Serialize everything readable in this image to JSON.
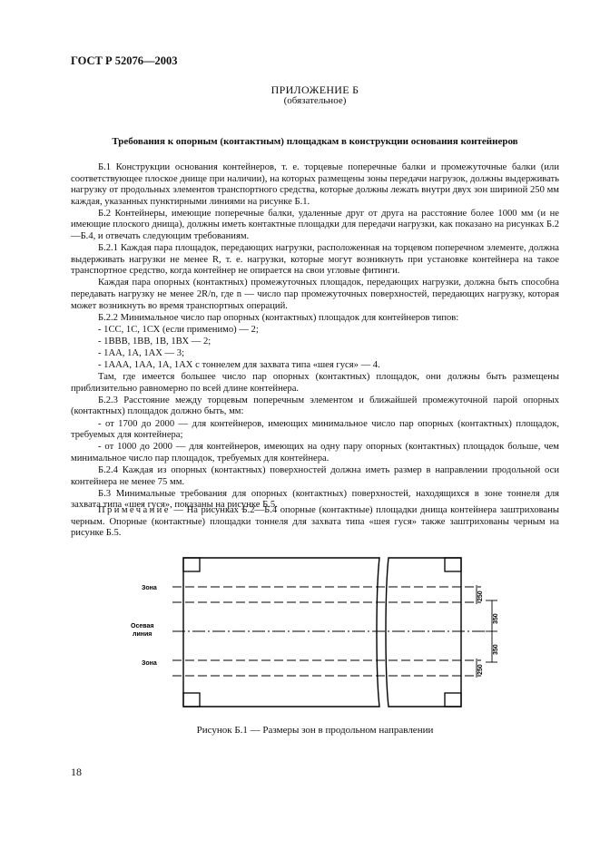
{
  "header": {
    "standard": "ГОСТ Р 52076—2003"
  },
  "appendix": {
    "title": "ПРИЛОЖЕНИЕ Б",
    "subtitle": "(обязательное)"
  },
  "section_title": "Требования к опорным (контактным) площадкам в конструкции основания контейнеров",
  "paragraphs": [
    "Б.1  Конструкции основания контейнеров, т. е. торцевые поперечные балки и промежуточные балки (или соответствующее плоское днище при наличии), на которых размещены зоны передачи нагрузок, должны выдерживать нагрузку от продольных элементов транспортного средства, которые должны лежать внутри двух зон шириной 250 мм каждая, указанных пунктирными линиями на рисунке Б.1.",
    "Б.2  Контейнеры, имеющие поперечные балки, удаленные друг от друга на расстояние более 1000 мм (и не имеющие плоского днища), должны иметь контактные площадки для передачи нагрузки, как показано на рисунках Б.2—Б.4, и отвечать следующим требованиям.",
    "Б.2.1  Каждая пара площадок, передающих нагрузки, расположенная на торцевом поперечном элементе, должна выдерживать нагрузки не менее R, т. е. нагрузки, которые могут возникнуть при установке контейнера на такое транспортное средство, когда контейнер не опирается на свои угловые фитинги.",
    "Каждая пара опорных (контактных) промежуточных площадок, передающих нагрузки, должна быть способна передавать нагрузку не менее 2R/n, где n — число пар промежуточных поверхностей, передающих нагрузку, которая может возникнуть во время транспортных операций.",
    "Б.2.2  Минимальное число пар опорных (контактных) площадок для контейнеров типов:",
    "- 1СС, 1С, 1СХ (если применимо) — 2;",
    "- 1ВВВ, 1ВВ, 1В, 1ВХ — 2;",
    "- 1АА, 1А, 1АХ — 3;",
    "- 1ААА, 1АА, 1А, 1АХ с тоннелем для захвата типа «шея гуся» — 4.",
    "Там, где имеется большее число пар опорных (контактных) площадок, они должны быть размещены приблизительно равномерно по всей длине контейнера.",
    "Б.2.3  Расстояние между торцевым поперечным элементом и ближайшей промежуточной парой опорных (контактных) площадок должно быть, мм:",
    "- от 1700 до 2000 — для контейнеров, имеющих минимальное число пар опорных (контактных) площадок, требуемых для контейнера;",
    "- от 1000 до 2000 — для контейнеров, имеющих на одну пару опорных (контактных) площадок больше, чем минимальное число пар площадок, требуемых для контейнера.",
    "Б.2.4  Каждая из опорных (контактных) поверхностей должна иметь размер в направлении продольной оси контейнера не менее 75 мм.",
    "Б.3  Минимальные требования для опорных (контактных) поверхностей, находящихся в зоне тоннеля для захвата типа «шея гуся», показаны на рисунке Б.5."
  ],
  "note": {
    "label": "Примечание",
    "text": " — На рисунках Б.2—Б.4 опорные (контактные) площадки днища контейнера заштрихованы черным. Опорные (контактные) площадки тоннеля для захвата типа «шея гуся» также заштрихованы черным на рисунке Б.5."
  },
  "figure": {
    "label_zone_top": "Зона",
    "label_axis_line1": "Осевая",
    "label_axis_line2": "линия",
    "label_zone_bottom": "Зона",
    "dim_zone_top": "250",
    "dim_half_top": "350",
    "dim_half_bottom": "350",
    "dim_zone_bottom": "250",
    "caption": "Рисунок Б.1 — Размеры зон в продольном направлении"
  },
  "page_number": "18"
}
